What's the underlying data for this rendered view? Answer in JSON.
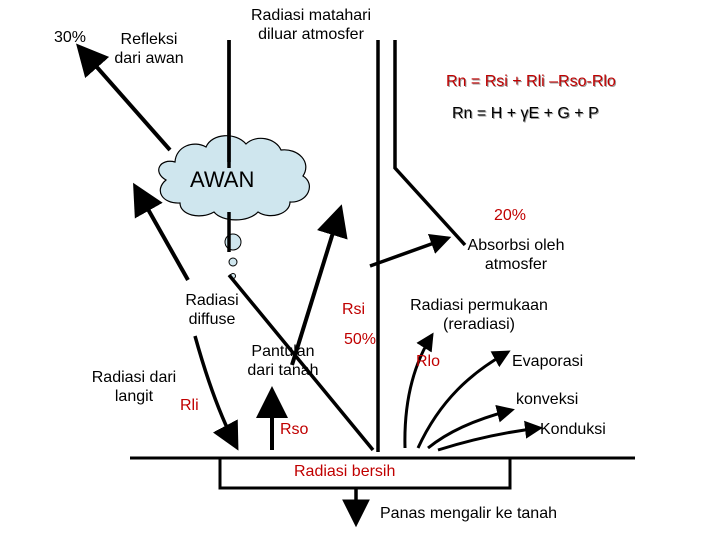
{
  "labels": {
    "pct_30": "30%",
    "refleksi_1": "Refleksi",
    "refleksi_2": "dari awan",
    "radiasi_matahari_1": "Radiasi matahari",
    "radiasi_matahari_2": "diluar atmosfer",
    "eq_rn1": "Rn = Rsi + Rli –Rso-Rlo",
    "eq_rn2": "Rn = H + γE + G + P",
    "awan": "AWAN",
    "pct_20": "20%",
    "absorbsi_1": "Absorbsi oleh",
    "absorbsi_2": "atmosfer",
    "diffuse_1": "Radiasi",
    "diffuse_2": "diffuse",
    "rsi": "Rsi",
    "pct_50": "50%",
    "permukaan_1": "Radiasi permukaan",
    "permukaan_2": "(reradiasi)",
    "pantulan_1": "Pantulan",
    "pantulan_2": "dari tanah",
    "langit_1": "Radiasi dari",
    "langit_2": "langit",
    "rli": "Rli",
    "rlo": "Rlo",
    "evaporasi": "Evaporasi",
    "konveksi": "konveksi",
    "konduksi": "Konduksi",
    "rso": "Rso",
    "radiasi_bersih": "Radiasi bersih",
    "panas": "Panas mengalir ke tanah"
  },
  "colors": {
    "cloud_fill": "#cfe6ee",
    "red_label": "#c00000",
    "line": "#000000"
  }
}
